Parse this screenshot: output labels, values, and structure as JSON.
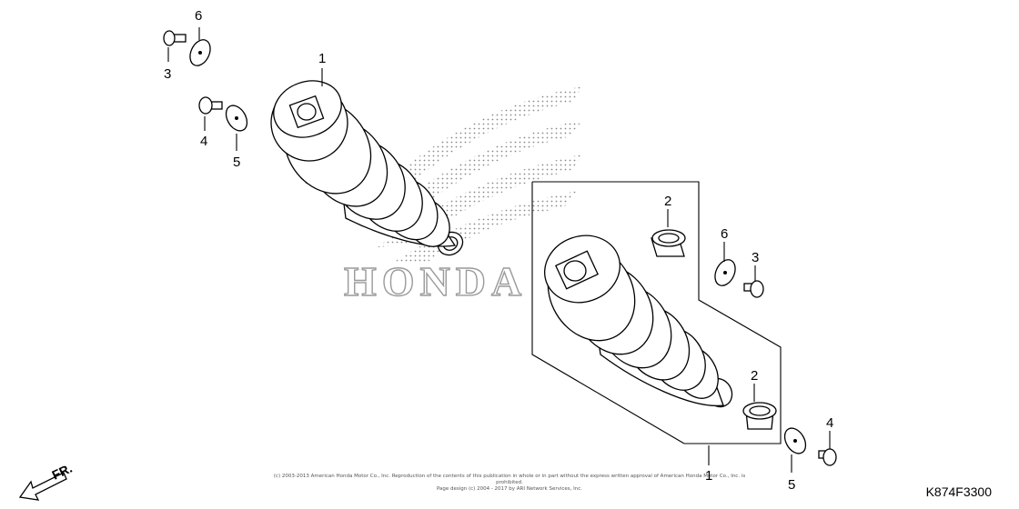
{
  "diagram": {
    "watermark_text": "HONDA",
    "direction_label": "FR.",
    "diagram_code": "K874F3300",
    "copyright_line1": "(c) 2003-2013 American Honda Motor Co., Inc. Reproduction of the contents of this publication in whole or in part without the express written approval of American Honda Motor Co., Inc. is prohibited.",
    "copyright_line2": "Page design (c) 2004 - 2017 by ARI Network Services, Inc.",
    "callouts": {
      "c1_top": "1",
      "c1_bottom": "1",
      "c2_top": "2",
      "c2_bottom": "2",
      "c3_left": "3",
      "c3_right": "3",
      "c4_left": "4",
      "c4_right": "4",
      "c5_left": "5",
      "c5_right": "5",
      "c6_left": "6",
      "c6_right": "6"
    }
  }
}
